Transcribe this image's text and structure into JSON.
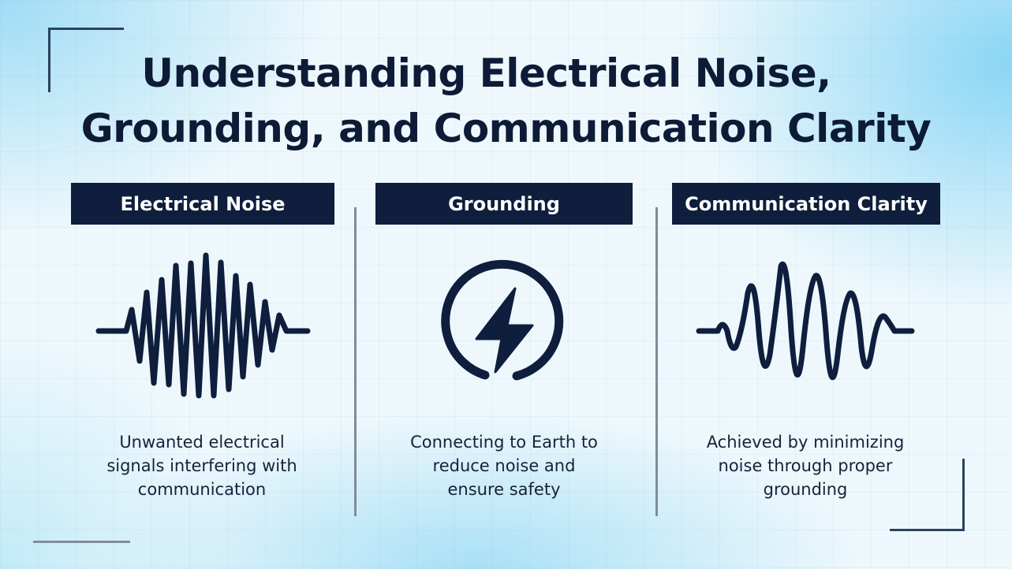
{
  "title_line1": "Understanding Electrical Noise,",
  "title_line2": "Grounding, and Communication Clarity",
  "columns": [
    {
      "heading": "Electrical Noise",
      "icon": "noise-wave-icon",
      "desc": [
        "Unwanted electrical",
        "signals interfering with",
        "communication"
      ]
    },
    {
      "heading": "Grounding",
      "icon": "lightning-circle-icon",
      "desc": [
        "Connecting to Earth to",
        "reduce noise and",
        "ensure safety"
      ]
    },
    {
      "heading": "Communication Clarity",
      "icon": "clean-wave-icon",
      "desc": [
        "Achieved by minimizing",
        "noise through proper",
        "grounding"
      ]
    }
  ],
  "colors": {
    "dark": "#0f1e3c",
    "text": "#0d1b36"
  }
}
